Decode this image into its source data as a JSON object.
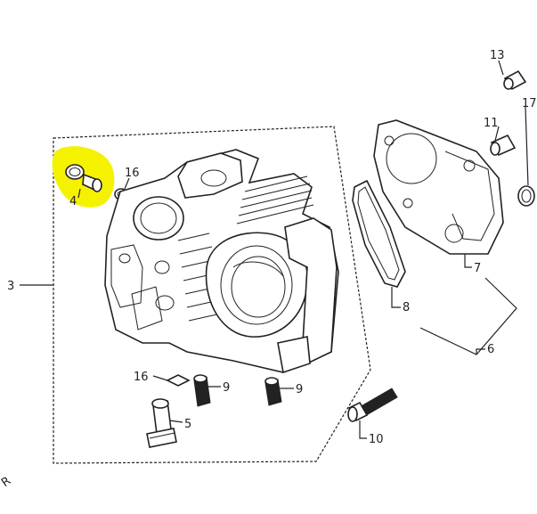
{
  "callouts": {
    "c3": "3",
    "c4": "4",
    "c5": "5",
    "c6": "6",
    "c7": "7",
    "c8": "8",
    "c9a": "9",
    "c9b": "9",
    "c10": "10",
    "c11": "11",
    "c13": "13",
    "c16a": "16",
    "c16b": "16",
    "c17": "17",
    "cR": "R"
  },
  "highlight_color": "#f5f200"
}
